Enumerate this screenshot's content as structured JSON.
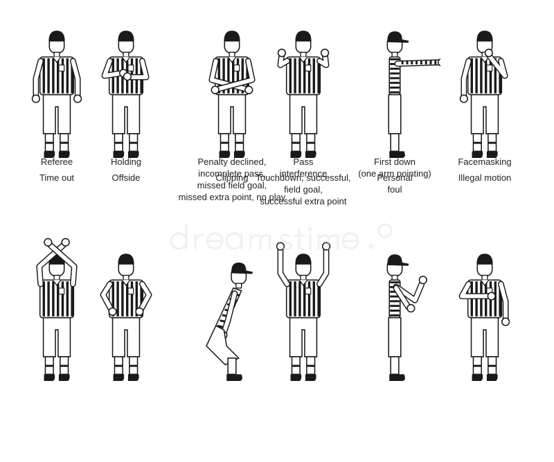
{
  "signals": [
    {
      "pose": "referee",
      "label": "Referee"
    },
    {
      "pose": "holding",
      "label": "Holding"
    },
    {
      "pose": "declined",
      "label": "Penalty declined,\nincomplete pass,\nmissed field goal,\nmissed extra point, no play"
    },
    {
      "pose": "pass_interference",
      "label": "Pass\ninterference"
    },
    {
      "pose": "first_down",
      "label": "First down\n(one arm pointing)"
    },
    {
      "pose": "facemasking",
      "label": "Facemasking"
    },
    {
      "pose": "time_out",
      "label": "Time out"
    },
    {
      "pose": "offside",
      "label": "Offside"
    },
    {
      "pose": "clipping",
      "label": "Clipping"
    },
    {
      "pose": "touchdown",
      "label": "Touchdown, successful,\nfield goal,\nsuccessful extra point"
    },
    {
      "pose": "personal_foul",
      "label": "Personal\nfoul"
    },
    {
      "pose": "illegal_motion",
      "label": "Illegal motion"
    }
  ],
  "colors": {
    "ink": "#1a1a1a",
    "stripe": "#1a1a1a",
    "paper": "#ffffff",
    "watermark": "#d8d8d8"
  }
}
